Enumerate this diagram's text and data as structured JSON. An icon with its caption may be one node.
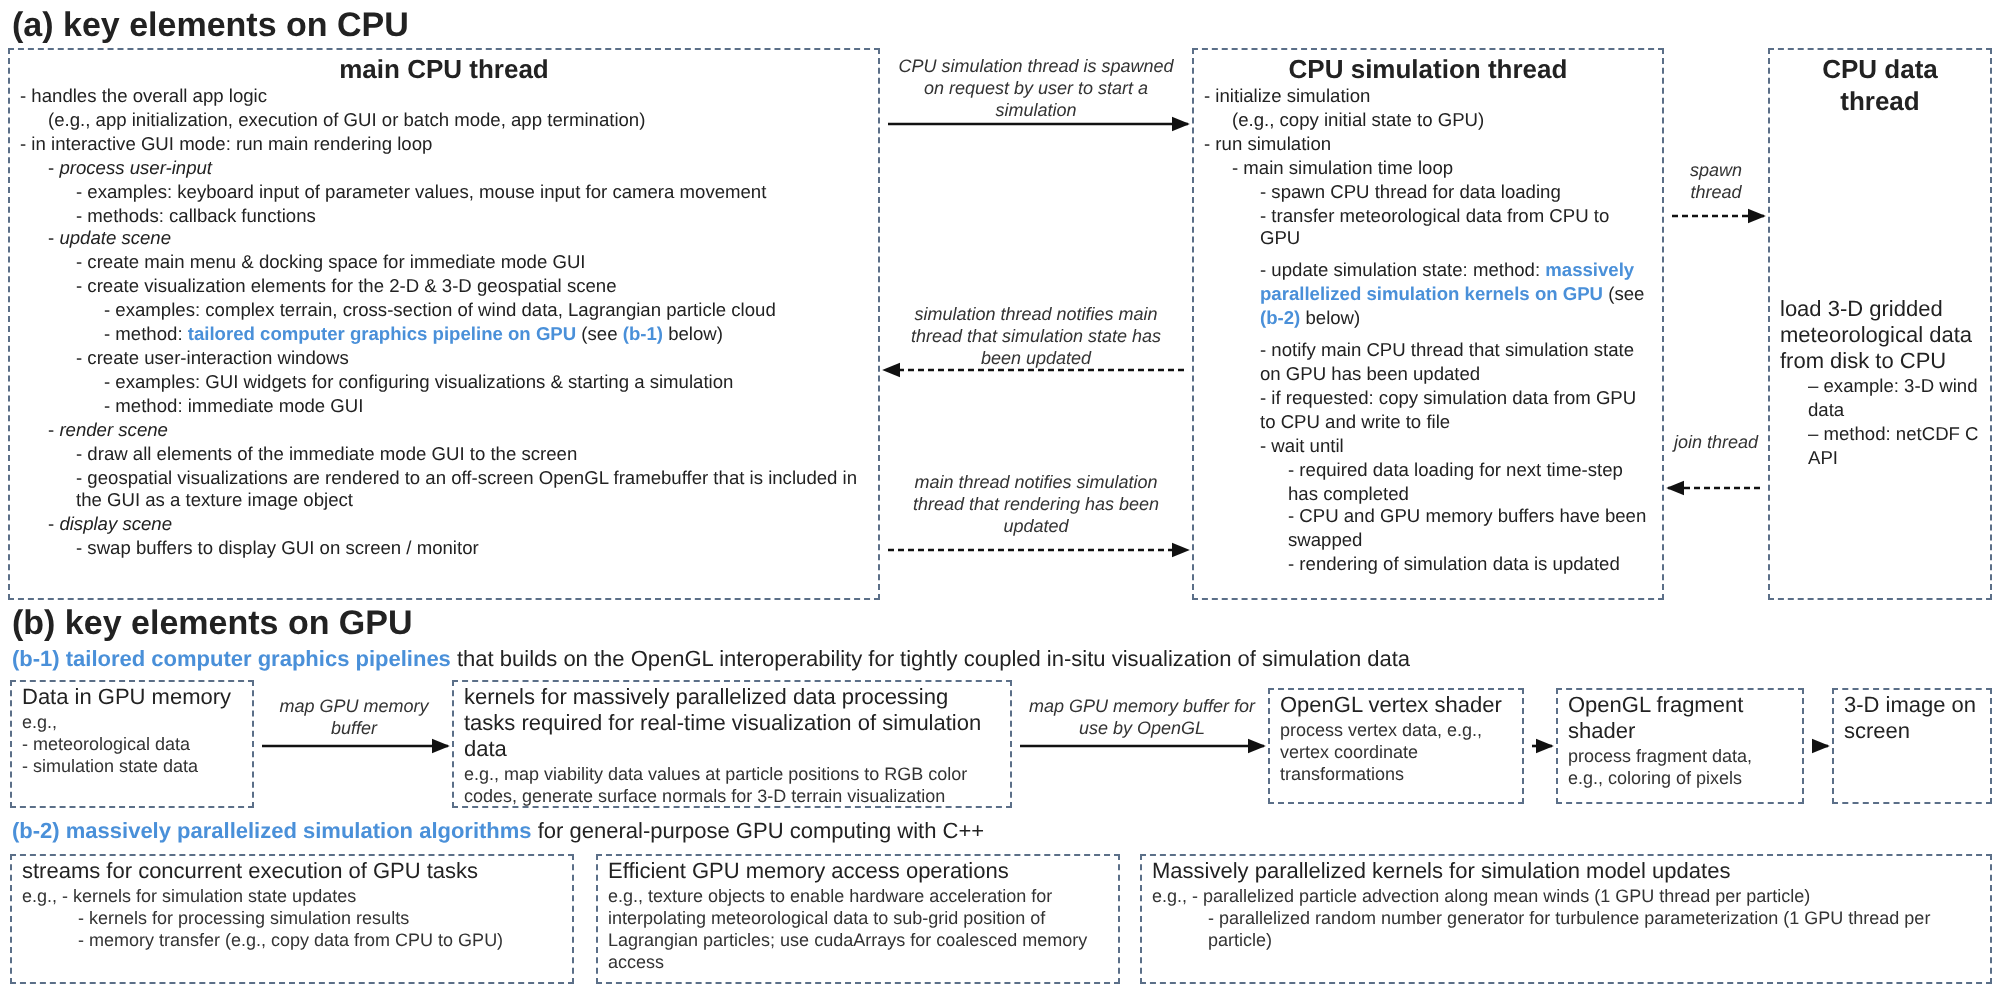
{
  "diagram": {
    "nodes": [
      {
        "text": [
          "main CPU thread",
          "- handles the overall app logic",
          "(e.g., app initialization, execution of GUI or batch mode, app termination)",
          "- in interactive GUI mode: run main rendering loop",
          "- *process user-input*",
          "- examples: keyboard input of parameter values, mouse input for camera movement",
          "- methods: callback functions",
          "- *update scene*",
          "- create main menu & docking space for immediate mode GUI",
          "- create visualization elements for the 2-D & 3-D geospatial scene",
          "- examples: complex terrain, cross-section of wind data, Lagrangian particle cloud",
          "- method: **tailored computer graphics pipeline on GPU** (see **(b-1)** below)",
          "- create user-interaction windows",
          "- examples: GUI widgets for configuring visualizations & starting a simulation",
          "- method: immediate mode GUI",
          "- *render scene*",
          "- draw all elements of the immediate mode GUI to the screen",
          "- geospatial visualizations are rendered to an off-screen OpenGL framebuffer that is included in the GUI as a texture image object",
          "- *display scene*",
          "- swap buffers to display GUI on screen / monitor"
        ]
      },
      {
        "text": [
          "CPU simulation thread",
          "- initialize simulation",
          "(e.g., copy initial state to GPU)",
          "- run simulation",
          "- main simulation time loop",
          "- spawn CPU thread for data loading",
          "- transfer meteorological data from CPU to GPU",
          "- update simulation state: method: **massively parallelized simulation kernels on GPU** (see **(b-2)** below)",
          "- notify main CPU thread that simulation state on GPU has been updated",
          "- if requested: copy simulation data from GPU to CPU and write to file",
          "- wait until",
          "- required data loading for next time-step has completed",
          "- CPU and GPU memory buffers have been swapped",
          "- rendering of simulation data is updated"
        ]
      },
      {
        "text": [
          "CPU data thread",
          "load 3-D gridded meteorological data from disk to CPU",
          "– example: 3-D wind data",
          "– method: netCDF C API"
        ]
      },
      {
        "text": [
          "Data in GPU memory",
          "e.g.,",
          "- meteorological data",
          "- simulation state data"
        ]
      },
      {
        "text": [
          "kernels for massively parallelized data processing tasks required for real-time visualization of simulation data",
          "e.g., map viability data values at particle positions to RGB color codes, generate surface normals for 3-D terrain visualization"
        ]
      },
      {
        "text": [
          "OpenGL vertex shader",
          "process vertex data, e.g., vertex coordinate transformations"
        ]
      },
      {
        "text": [
          "OpenGL fragment shader",
          "process fragment data, e.g., coloring of pixels"
        ]
      },
      {
        "text": [
          "3-D image on screen"
        ]
      },
      {
        "text": [
          "streams for concurrent execution of GPU tasks",
          "e.g., - kernels for simulation state updates",
          "- kernels for processing simulation results",
          "- memory transfer (e.g., copy data from CPU to GPU)"
        ]
      },
      {
        "text": [
          "Efficient GPU memory access operations",
          "e.g., texture objects to enable hardware acceleration for interpolating meteorological data to sub-grid position of Lagrangian particles; use cudaArrays for coalesced memory access"
        ]
      },
      {
        "text": [
          "Massively parallelized kernels for simulation model updates",
          "e.g., - parallelized particle advection along mean winds (1 GPU thread per particle)",
          "- parallelized random number generator for turbulence parameterization (1 GPU thread per particle)"
        ]
      }
    ],
    "edges": [
      {
        "from": 0,
        "to": 1,
        "arrow": "to",
        "label": "CPU simulation thread is spawned on request by user to start a simulation"
      },
      {
        "from": 1,
        "to": 0,
        "arrow": "to",
        "style": "dashed",
        "label": "simulation thread notifies main thread that simulation state has been updated"
      },
      {
        "from": 0,
        "to": 1,
        "arrow": "to",
        "style": "dashed",
        "label": "main thread notifies simulation thread that rendering has been updated"
      },
      {
        "from": 1,
        "to": 2,
        "arrow": "to",
        "style": "dashed",
        "label": "spawn thread"
      },
      {
        "from": 2,
        "to": 1,
        "arrow": "to",
        "style": "dashed",
        "label": "join thread"
      },
      {
        "from": 3,
        "to": 4,
        "arrow": "to",
        "label": "map GPU memory buffer"
      },
      {
        "from": 4,
        "to": 5,
        "arrow": "to",
        "label": "map GPU memory buffer for use by OpenGL"
      },
      {
        "from": 5,
        "to": 6,
        "arrow": "to"
      },
      {
        "from": 6,
        "to": 7,
        "arrow": "to"
      }
    ],
    "labels": [
      "(a) key elements on CPU",
      "(b) key elements on GPU",
      "**(b-1) tailored computer graphics pipelines** that builds on the OpenGL interoperability for tightly coupled in-situ visualization of simulation data",
      "**(b-2) massively parallelized simulation algorithms** for general-purpose GPU computing with C++"
    ]
  }
}
